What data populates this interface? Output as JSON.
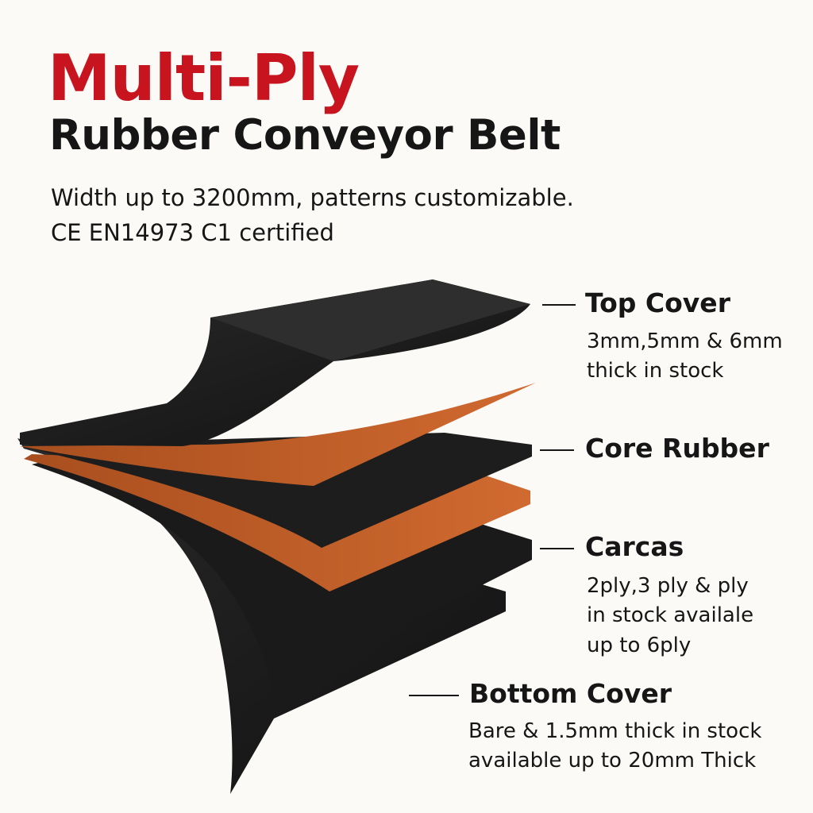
{
  "header": {
    "title_line1": "Multi-Ply",
    "title_line2": "Rubber Conveyor Belt",
    "subtitle_line1": "Width up to 3200mm, patterns customizable.",
    "subtitle_line2": "CE EN14973 C1 certified"
  },
  "layers": [
    {
      "label": "Top Cover",
      "desc": [
        "3mm,5mm & 6mm",
        "thick in stock"
      ]
    },
    {
      "label": "Core Rubber",
      "desc": []
    },
    {
      "label": "Carcas",
      "desc": [
        "2ply,3 ply & ply",
        "in stock availale",
        "up to 6ply"
      ]
    },
    {
      "label": "Bottom Cover",
      "desc": [
        "Bare & 1.5mm thick in stock",
        "available up to 20mm Thick"
      ]
    }
  ],
  "colors": {
    "title_accent": "#c8141e",
    "rubber": "#1c1c1c",
    "fabric": "#c0602a"
  }
}
